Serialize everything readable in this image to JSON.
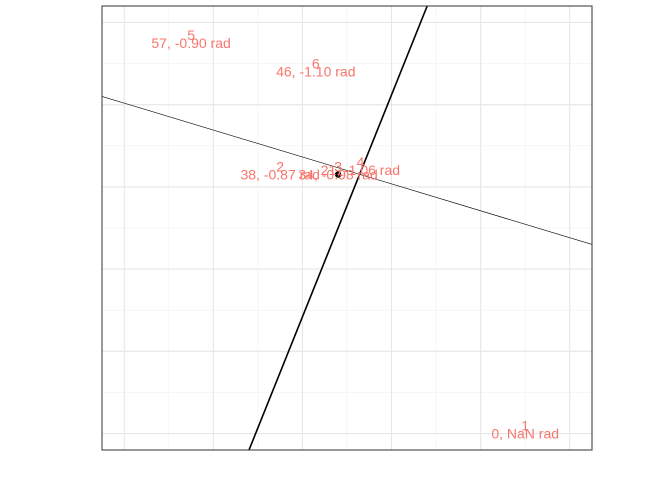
{
  "chart_data": {
    "type": "scatter",
    "title": "",
    "xlabel": "",
    "ylabel": "",
    "grid": true,
    "legend": "none",
    "xlim": [
      -0.05,
      1.05
    ],
    "ylim": [
      -0.04,
      1.04
    ],
    "grid_major_x": [
      0,
      0.2,
      0.4,
      0.6,
      0.8,
      1.0
    ],
    "grid_major_y": [
      0,
      0.2,
      0.4,
      0.6,
      0.8,
      1.0
    ],
    "grid_minor_x": [
      0.1,
      0.3,
      0.5,
      0.7,
      0.9
    ],
    "grid_minor_y": [
      0.1,
      0.3,
      0.5,
      0.7,
      0.9
    ],
    "points": [
      {
        "id": "1",
        "x": 0.9,
        "y": 0.02,
        "label": "0,   NaN rad"
      },
      {
        "id": "2",
        "x": 0.35,
        "y": 0.65,
        "label": "38, -0.87 rad"
      },
      {
        "id": "3",
        "x": 0.48,
        "y": 0.65,
        "label": "34, -0.98 rad"
      },
      {
        "id": "4",
        "x": 0.53,
        "y": 0.66,
        "label": "21, -1.06 rad"
      },
      {
        "id": "5",
        "x": 0.15,
        "y": 0.97,
        "label": "57, -0.90 rad"
      },
      {
        "id": "6",
        "x": 0.43,
        "y": 0.9,
        "label": "46, -1.10 rad"
      }
    ],
    "center": {
      "x": 0.48,
      "y": 0.63
    },
    "lines": [
      {
        "name": "thin",
        "x": [
          -0.05,
          1.05
        ],
        "y": [
          0.82,
          0.46
        ],
        "width": 0.6
      },
      {
        "name": "thick",
        "x": [
          0.28,
          0.68
        ],
        "y": [
          -0.04,
          1.04
        ],
        "width": 1.6
      }
    ]
  }
}
